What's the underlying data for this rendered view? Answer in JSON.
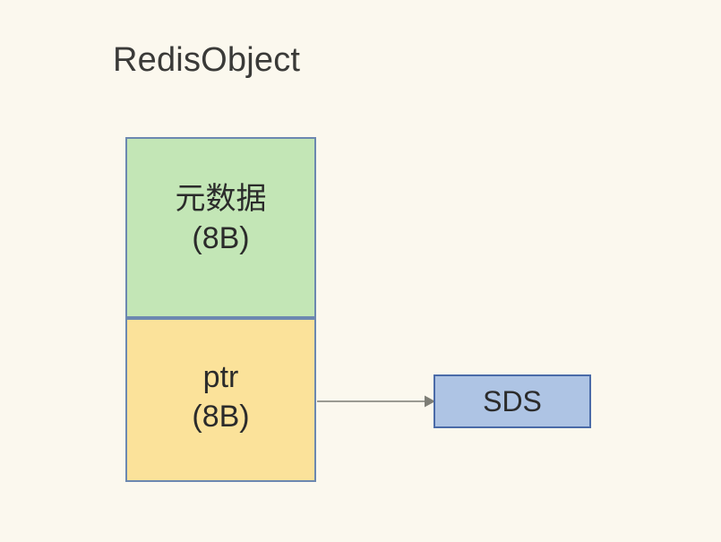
{
  "page": {
    "background_color": "#FBF8EE",
    "title": "RedisObject"
  },
  "struct": {
    "name": "RedisObject",
    "border_color": "#6C88B0",
    "fields": [
      {
        "id": "metadata",
        "label": "元数据",
        "size_label": "(8B)",
        "size_bytes": 8,
        "fill_color": "#C3E6B6"
      },
      {
        "id": "ptr",
        "label": "ptr",
        "size_label": "(8B)",
        "size_bytes": 8,
        "fill_color": "#FBE29A"
      }
    ]
  },
  "target": {
    "label": "SDS",
    "fill_color": "#AEC4E4",
    "border_color": "#4A6BA8"
  },
  "connector": {
    "from": "ptr",
    "to": "SDS",
    "color": "#9A9A92",
    "style": "solid-arrow"
  }
}
